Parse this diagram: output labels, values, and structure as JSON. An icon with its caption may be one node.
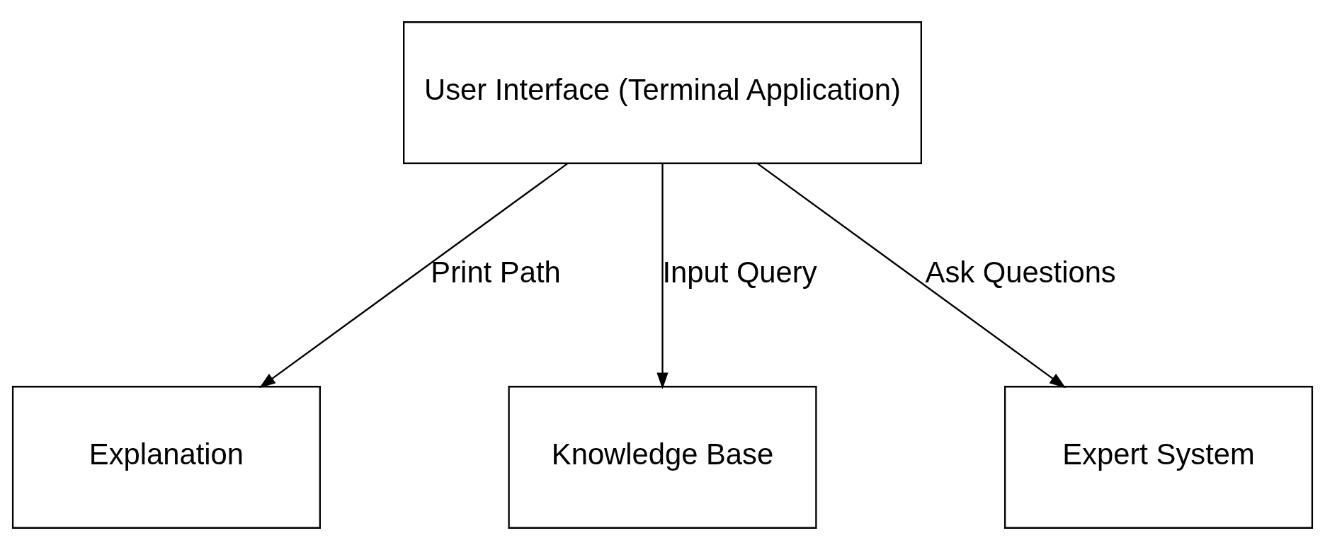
{
  "diagram": {
    "nodes": [
      {
        "text": [
          "User Interface (Terminal Application)"
        ]
      },
      {
        "text": [
          "Explanation"
        ]
      },
      {
        "text": [
          "Knowledge Base"
        ]
      },
      {
        "text": [
          "Expert System"
        ]
      }
    ],
    "edges": [
      {
        "from": 0,
        "to": 1,
        "arrow": "to",
        "label": "Print Path"
      },
      {
        "from": 0,
        "to": 2,
        "arrow": "to",
        "label": "Input Query"
      },
      {
        "from": 0,
        "to": 3,
        "arrow": "to",
        "label": "Ask Questions"
      }
    ]
  }
}
